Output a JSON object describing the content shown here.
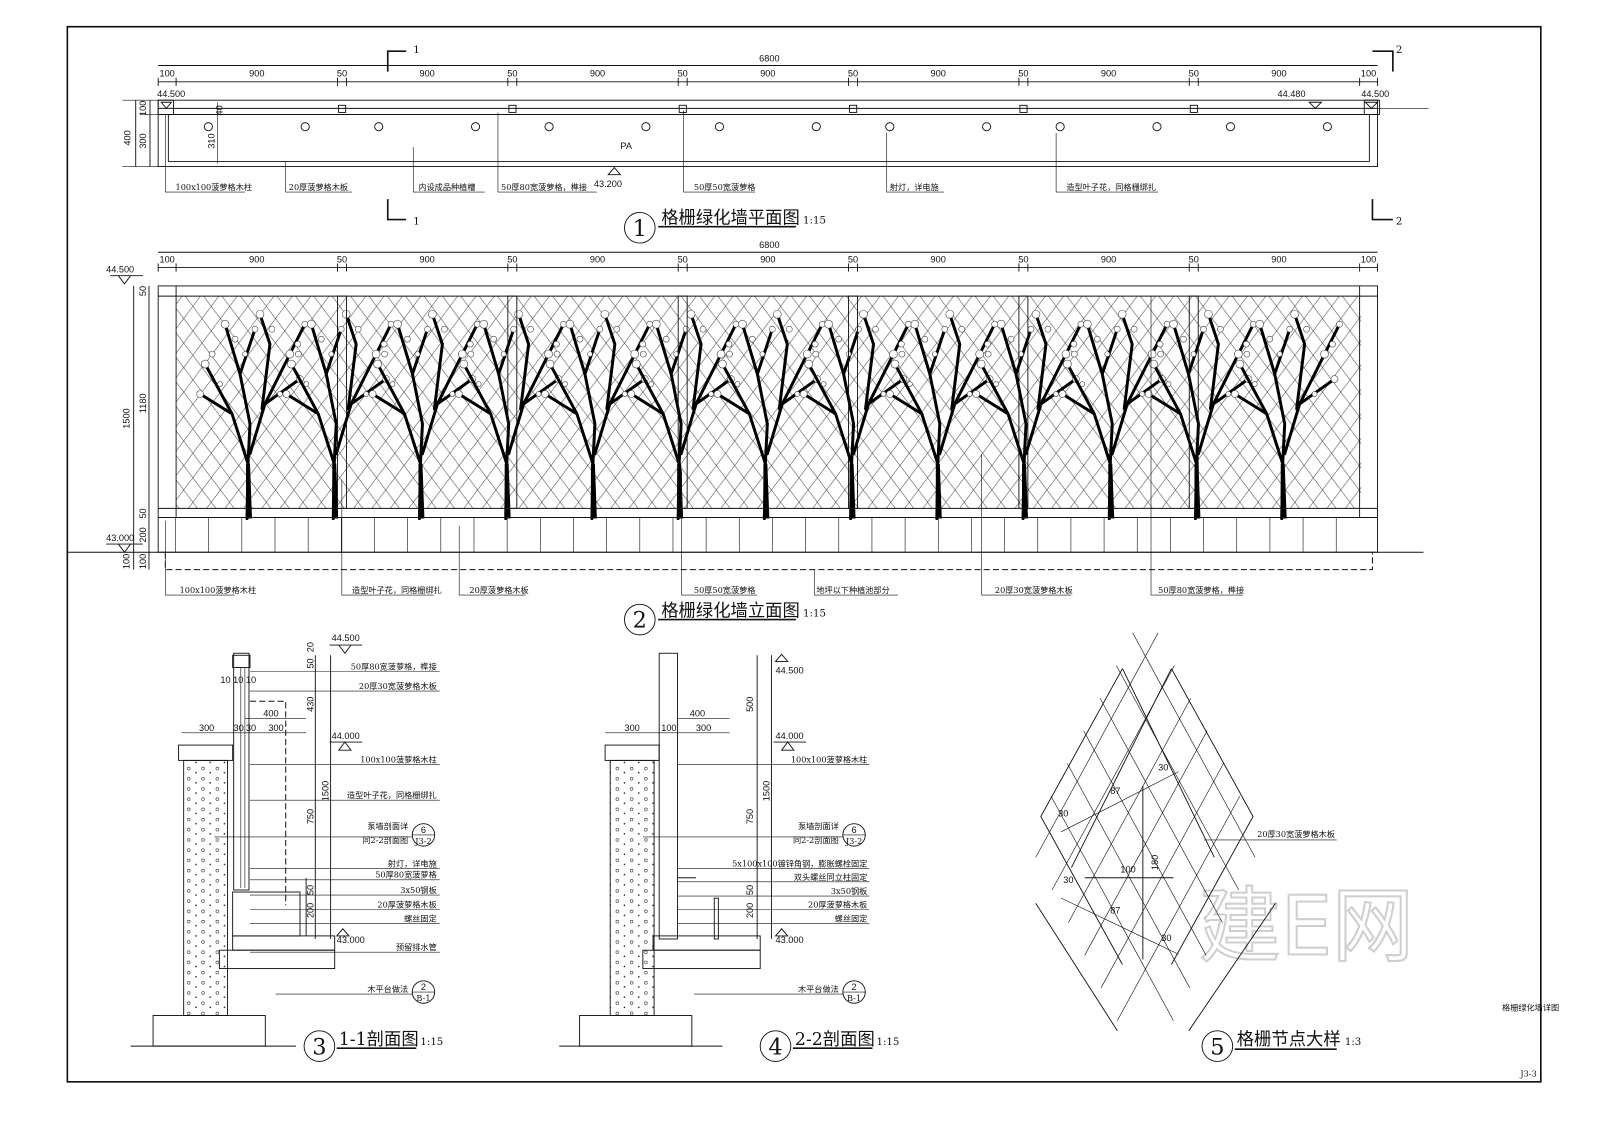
{
  "sheet": {
    "number": "J3-3",
    "caption": "格栅绿化墙详图",
    "watermark": "建E网"
  },
  "plan": {
    "title": "格栅绿化墙平面图",
    "scale": "1:15",
    "index": "1",
    "total": "6800",
    "segments": [
      "100",
      "900",
      "50",
      "900",
      "50",
      "900",
      "50",
      "900",
      "50",
      "900",
      "50",
      "900",
      "50",
      "900",
      "100"
    ],
    "left_dims": {
      "outer": "400",
      "top": "100",
      "bottom": "300",
      "inner": "310",
      "gap": "40"
    },
    "levels": {
      "left": "44.500",
      "mid": "44.480",
      "right": "44.500",
      "bottom": "43.200"
    },
    "mark": "PA",
    "section_marks": [
      "1",
      "1",
      "2",
      "2"
    ],
    "labels": [
      "100x100菠萝格木柱",
      "20厚菠萝格木板",
      "内设成品种植槽",
      "50厚80宽菠萝格，榫接",
      "50厚50宽菠萝格",
      "射灯，详电施",
      "造型叶子花，同格栅绑扎"
    ]
  },
  "elevation": {
    "title": "格栅绿化墙立面图",
    "scale": "1:15",
    "index": "2",
    "total": "6800",
    "segments": [
      "100",
      "900",
      "50",
      "900",
      "50",
      "900",
      "50",
      "900",
      "50",
      "900",
      "50",
      "900",
      "50",
      "900",
      "100"
    ],
    "left_dims": [
      "50",
      "1180",
      "1500",
      "50",
      "200",
      "100",
      "100"
    ],
    "levels": {
      "top": "44.500",
      "ground": "43.000"
    },
    "labels": [
      "100x100菠萝格木柱",
      "造型叶子花，同格栅绑扎",
      "20厚菠萝格木板",
      "50厚50宽菠萝格",
      "地坪以下种植池部分",
      "20厚30宽菠萝格木板",
      "50厚80宽菠萝格，榫接"
    ]
  },
  "section1": {
    "title": "1-1剖面图",
    "scale": "1:15",
    "index": "3",
    "levels": [
      "44.500",
      "44.000",
      "43.000"
    ],
    "dims": {
      "w1": "300",
      "w2": "30",
      "w3": "30",
      "w4": "300",
      "w5": "400",
      "small": "10 10 10",
      "d20": "20",
      "d50": "50",
      "d430": "430",
      "d1500": "1500",
      "d750": "750",
      "d50b": "50",
      "d200": "200"
    },
    "labels": [
      "50厚80宽菠萝格，榫接",
      "20厚30宽菠萝格木板",
      "100x100菠萝格木柱",
      "造型叶子花，同格栅绑扎",
      "泵墙剖面详",
      "同2-2剖面图",
      "射灯，详电施",
      "50厚80宽菠萝格",
      "3x50钢板",
      "20厚菠萝格木板",
      "螺丝固定",
      "预留排水管",
      "木平台做法"
    ],
    "callout_a": {
      "num": "6",
      "sheet": "J3-2"
    },
    "callout_b": {
      "num": "2",
      "sheet": "B-1"
    }
  },
  "section2": {
    "title": "2-2剖面图",
    "scale": "1:15",
    "index": "4",
    "levels": [
      "44.500",
      "44.000",
      "43.000"
    ],
    "dims": {
      "w1": "300",
      "w2": "100",
      "w3": "300",
      "w4": "400",
      "d500": "500",
      "d1500": "1500",
      "d750": "750",
      "d50": "50",
      "d200": "200"
    },
    "labels": [
      "100x100菠萝格木柱",
      "泵墙剖面详",
      "同2-2剖面图",
      "5x100x100镀锌角钢，膨胀螺栓固定",
      "双头螺丝同立柱固定",
      "3x50钢板",
      "20厚菠萝格木板",
      "螺丝固定",
      "木平台做法"
    ],
    "callout_a": {
      "num": "6",
      "sheet": "J3-2"
    },
    "callout_b": {
      "num": "2",
      "sheet": "B-1"
    }
  },
  "detail": {
    "title": "格栅节点大样",
    "scale": "1:3",
    "index": "5",
    "dims": [
      "30",
      "87",
      "30",
      "180",
      "100",
      "30",
      "87",
      "30"
    ],
    "label": "20厚30宽菠萝格木板"
  }
}
